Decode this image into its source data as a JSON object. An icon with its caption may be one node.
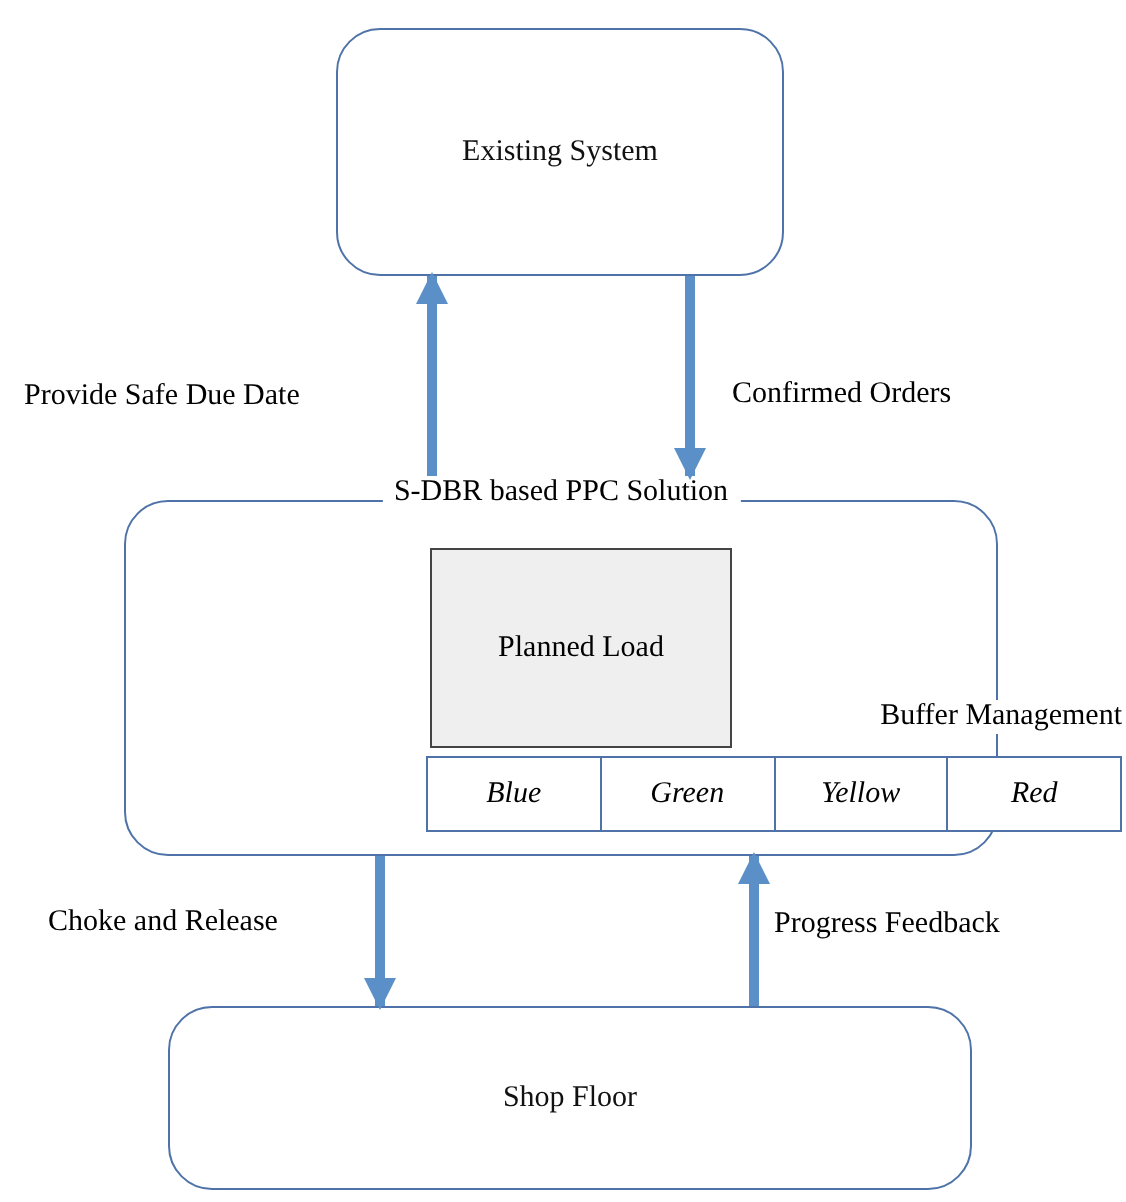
{
  "diagram": {
    "nodes": [
      {
        "text": [
          "Existing System"
        ]
      },
      {
        "text": [
          "S-DBR based PPC Solution"
        ]
      },
      {
        "text": [
          "Planned Load"
        ],
        "in": 1
      },
      {
        "text": [
          "Buffer Management"
        ]
      },
      {
        "text": [
          "Blue"
        ],
        "in": 3
      },
      {
        "text": [
          "Green"
        ],
        "in": 3
      },
      {
        "text": [
          "Yellow"
        ],
        "in": 3
      },
      {
        "text": [
          "Red"
        ],
        "in": 3
      },
      {
        "text": [
          "Shop Floor"
        ]
      }
    ],
    "edges": [
      {
        "from": 1,
        "to": 0,
        "arrow": "to",
        "label": "Provide Safe Due Date"
      },
      {
        "from": 0,
        "to": 1,
        "arrow": "to",
        "label": "Confirmed Orders"
      },
      {
        "from": 1,
        "to": 8,
        "arrow": "to",
        "label": "Choke and Release"
      },
      {
        "from": 8,
        "to": 1,
        "arrow": "to",
        "label": "Progress Feedback"
      }
    ]
  }
}
